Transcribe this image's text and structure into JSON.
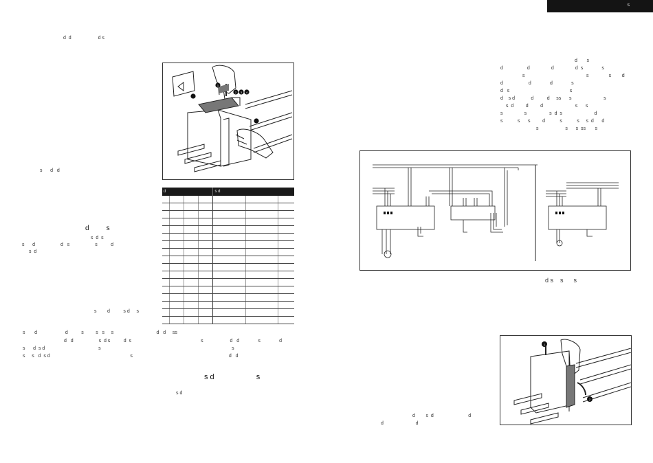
{
  "header": {
    "tab_text": "s"
  },
  "left_page": {
    "top_line": "d  d                    d s",
    "caption_a": "s      d   d",
    "block_heading": "d         s",
    "block_lines": [
      "s  d  s",
      "s      d                   d   s                   s          d",
      "s  d"
    ],
    "side_note": "s        d          s d     s",
    "bottom_lines": [
      "d   d                   s  d s          d  s                                                    s                    d   d              s              d",
      "s      d  s d                                        s                                                                                                  s",
      "s     s   d  s d                                                            s                                                                        d   d",
      "s       d                     d          s         s   s     s                                d   d     ss"
    ],
    "section_heading": "s d                    s",
    "section_sub": "s d",
    "table": {
      "headers": [
        "d",
        "s    d"
      ],
      "row_count": 17
    }
  },
  "right_page": {
    "paragraph": [
      "d       s",
      "d                  d                d                d  s              s",
      "s                                              s               s        d",
      "d                   d              d              s",
      "d   s                                             s",
      "d    s d            d          d     ss      s                        s",
      "s  d         d         d                        s      s",
      "s                s                 s  d  s                        d",
      "s           s      s         d           s           s     s  d      d",
      "s                    s      s  ss       s"
    ],
    "caption": "d s    s      s",
    "bottom_lines": [
      "d        s  d                          d",
      "d                        d"
    ]
  },
  "figures": {
    "top_callouts": [
      "1",
      "2",
      "3",
      "4"
    ],
    "bottom_callouts": [
      "1",
      "2"
    ]
  }
}
